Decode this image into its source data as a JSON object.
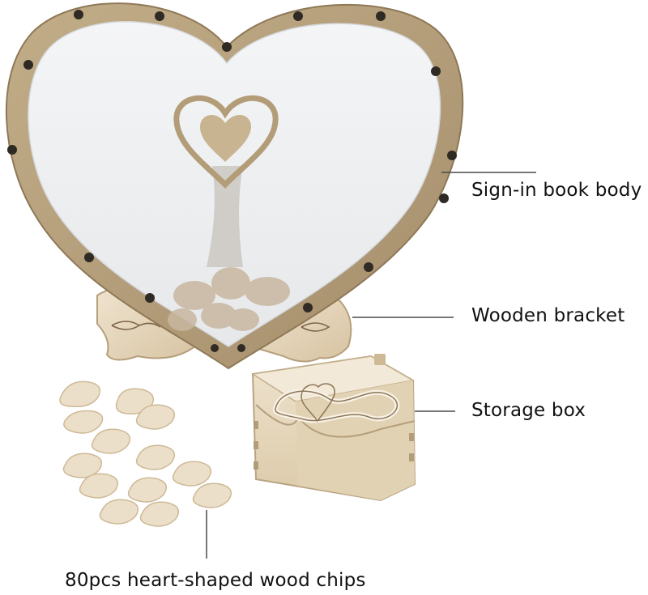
{
  "product_photo": {
    "labels": {
      "body": "Sign-in book body",
      "bracket": "Wooden bracket",
      "box": "Storage box",
      "chips": "80pcs heart-shaped wood chips"
    },
    "colors": {
      "wood_light": "#e9dcc5",
      "wood_mid": "#cdb996",
      "wood_dark": "#9a8363",
      "frame": "#b8a27f",
      "acrylic": "#eef0f2",
      "line": "#4a4a4a"
    }
  }
}
